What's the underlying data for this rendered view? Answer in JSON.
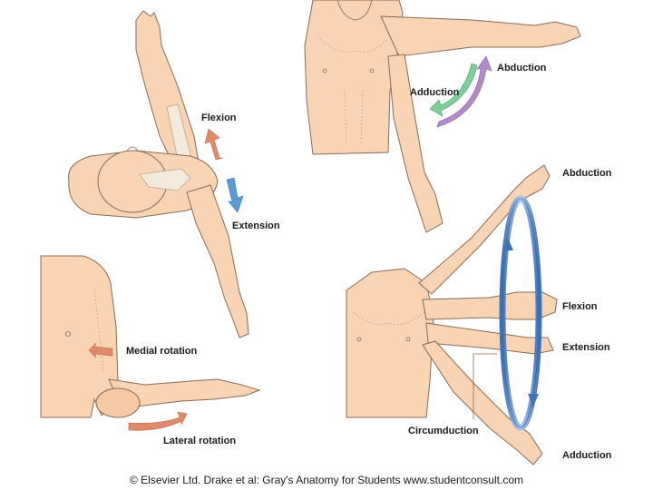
{
  "labels": {
    "top_left_flexion": "Flexion",
    "top_left_extension": "Extension",
    "top_right_abduction": "Abduction",
    "top_right_adduction": "Adduction",
    "bottom_left_medial": "Medial rotation",
    "bottom_left_lateral": "Lateral rotation",
    "bottom_right_abduction": "Abduction",
    "bottom_right_flexion": "Flexion",
    "bottom_right_extension": "Extension",
    "bottom_right_circumduction": "Circumduction",
    "bottom_right_adduction": "Adduction"
  },
  "copyright": "© Elsevier Ltd. Drake et al: Gray's Anatomy for Students www.studentconsult.com",
  "colors": {
    "skin": "#f8d3b4",
    "flexion_arrow": "#e08a6a",
    "extension_arrow": "#5a9ad6",
    "adduction_arrow": "#7ccf9a",
    "abduction_arrow": "#b08acb",
    "circumduction_ring": "#5b8fd0"
  }
}
